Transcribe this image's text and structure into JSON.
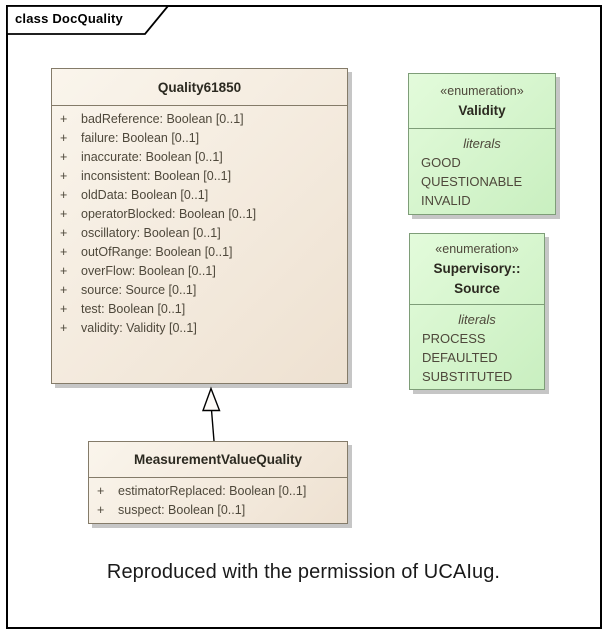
{
  "frame": {
    "tab_label": "class DocQuality"
  },
  "classes": [
    {
      "name": "Quality61850",
      "attributes": [
        {
          "vis": "+",
          "text": "badReference: Boolean [0..1]"
        },
        {
          "vis": "+",
          "text": "failure: Boolean [0..1]"
        },
        {
          "vis": "+",
          "text": "inaccurate: Boolean [0..1]"
        },
        {
          "vis": "+",
          "text": "inconsistent: Boolean [0..1]"
        },
        {
          "vis": "+",
          "text": "oldData: Boolean [0..1]"
        },
        {
          "vis": "+",
          "text": "operatorBlocked: Boolean [0..1]"
        },
        {
          "vis": "+",
          "text": "oscillatory: Boolean [0..1]"
        },
        {
          "vis": "+",
          "text": "outOfRange: Boolean [0..1]"
        },
        {
          "vis": "+",
          "text": "overFlow: Boolean [0..1]"
        },
        {
          "vis": "+",
          "text": "source: Source [0..1]"
        },
        {
          "vis": "+",
          "text": "test: Boolean [0..1]"
        },
        {
          "vis": "+",
          "text": "validity: Validity [0..1]"
        }
      ]
    },
    {
      "name": "MeasurementValueQuality",
      "attributes": [
        {
          "vis": "+",
          "text": "estimatorReplaced: Boolean [0..1]"
        },
        {
          "vis": "+",
          "text": "suspect: Boolean [0..1]"
        }
      ]
    }
  ],
  "enums": [
    {
      "stereotype": "«enumeration»",
      "name": "Validity",
      "section_label": "literals",
      "literals": [
        "GOOD",
        "QUESTIONABLE",
        "INVALID"
      ]
    },
    {
      "stereotype": "«enumeration»",
      "name": "Supervisory::\nSource",
      "section_label": "literals",
      "literals": [
        "PROCESS",
        "DEFAULTED",
        "SUBSTITUTED"
      ]
    }
  ],
  "relationships": [
    {
      "type": "generalization",
      "from": "MeasurementValueQuality",
      "to": "Quality61850"
    }
  ],
  "caption": "Reproduced with the permission of UCAIug.",
  "colors": {
    "class_fill": "#faf5ec",
    "class_fill_dark": "#eee1d1",
    "class_border": "#847b69",
    "enum_fill": "#e3fbdb",
    "enum_fill_dark": "#c9efc0",
    "enum_border": "#7e9d78",
    "shadow": "#c6c6c6",
    "heading_text": "#2b2920",
    "attr_text": "#4e483b",
    "caption_text": "#1a1a1a"
  }
}
